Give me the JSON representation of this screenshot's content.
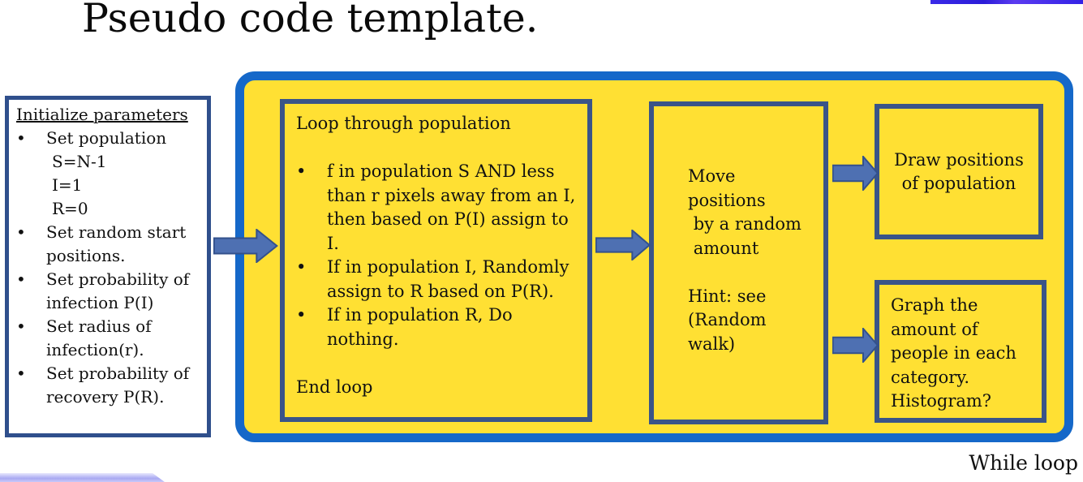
{
  "slide": {
    "title": "Pseudo code template.",
    "while_loop_label": "While loop"
  },
  "init_box": {
    "heading": "Initialize parameters",
    "bullet_char": "•",
    "items": [
      "Set population",
      "Set random start positions.",
      "Set probability  of infection P(I)",
      "Set radius of infection(r).",
      "Set probability  of recovery P(R)."
    ],
    "sub_items": [
      "S=N-1",
      "I=1",
      "R=0"
    ]
  },
  "loop_box": {
    "heading": "Loop through population",
    "bullet_char": "•",
    "items": [
      "f in population S AND less than r pixels away from an I, then based on P(I)  assign to I.",
      "If in population I, Randomly assign to R based on P(R).",
      "If in population R,  Do nothing."
    ],
    "footer": "End loop"
  },
  "move_box": {
    "text": "Move\npositions\n by a random\n amount\n\nHint: see\n(Random\nwalk)"
  },
  "draw_box": {
    "text": "Draw positions\nof population"
  },
  "graph_box": {
    "text": "Graph the\namount of\npeople in each\ncategory.\nHistogram?"
  },
  "colors": {
    "container_border": "#1568C9",
    "inner_box_border": "#3A5488",
    "init_box_border": "#2F4F8C",
    "background_yellow": "#FFE033",
    "arrow_fill": "#4E70B2",
    "arrow_outline": "#33518C",
    "top_strip": "#3A2AE8",
    "bottom_left_shape": "#A9A9F2"
  }
}
